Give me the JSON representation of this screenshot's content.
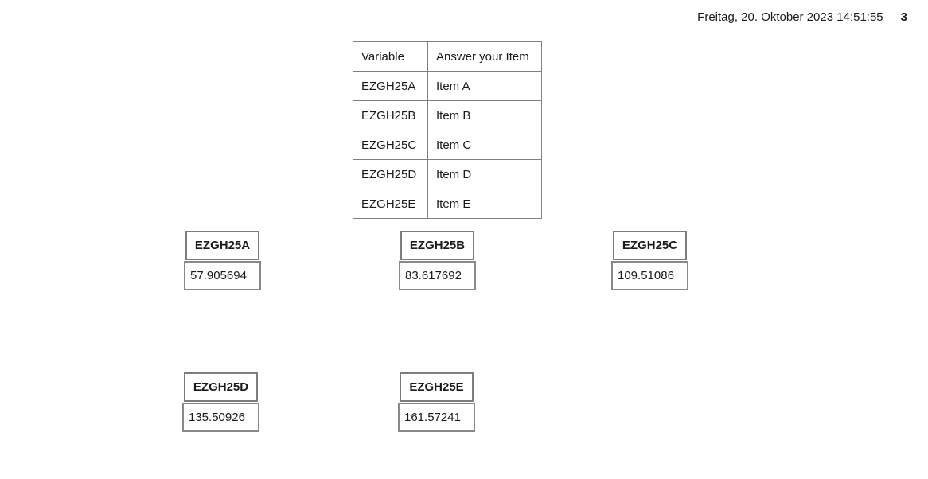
{
  "header": {
    "datetime": "Freitag, 20. Oktober 2023 14:51:55",
    "page_number": "3"
  },
  "mapping_table": {
    "columns": [
      "Variable",
      "Answer your Item"
    ],
    "rows": [
      {
        "variable": "EZGH25A",
        "answer": "Item A"
      },
      {
        "variable": "EZGH25B",
        "answer": "Item B"
      },
      {
        "variable": "EZGH25C",
        "answer": "Item C"
      },
      {
        "variable": "EZGH25D",
        "answer": "Item D"
      },
      {
        "variable": "EZGH25E",
        "answer": "Item E"
      }
    ]
  },
  "variable_boxes": [
    {
      "name": "EZGH25A",
      "value": "57.905694"
    },
    {
      "name": "EZGH25B",
      "value": "83.617692"
    },
    {
      "name": "EZGH25C",
      "value": "109.51086"
    },
    {
      "name": "EZGH25D",
      "value": "135.50926"
    },
    {
      "name": "EZGH25E",
      "value": "161.57241"
    }
  ]
}
